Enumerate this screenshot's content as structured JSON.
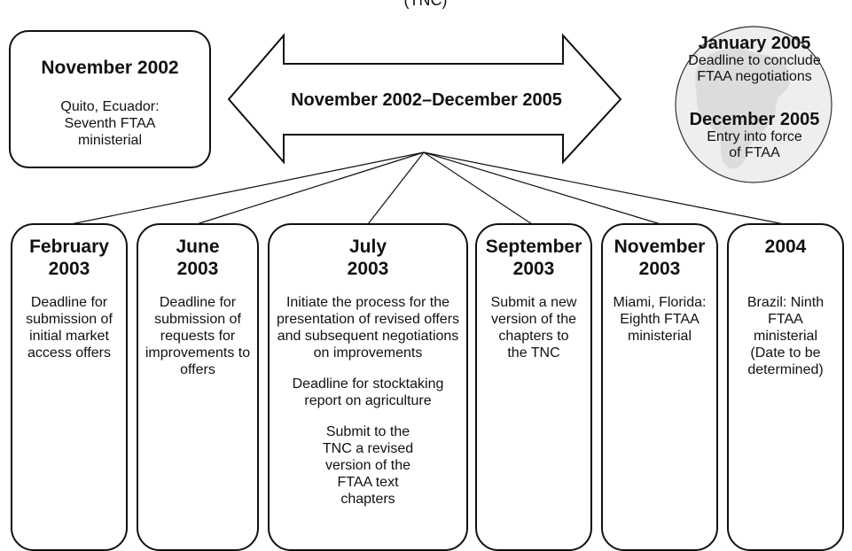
{
  "header": {
    "partial_title": "(TNC)"
  },
  "start_box": {
    "date": "November 2002",
    "description": "Quito, Ecuador: Seventh FTAA ministerial"
  },
  "arrow": {
    "label": "November 2002–December 2005"
  },
  "circle": {
    "item1": {
      "date": "January 2005",
      "description_line1": "Deadline to conclude",
      "description_line2": "FTAA negotiations"
    },
    "item2": {
      "date": "December 2005",
      "description_line1": "Entry into force",
      "description_line2": "of FTAA"
    }
  },
  "milestones": [
    {
      "date_line1": "February",
      "date_line2": "2003",
      "paragraphs": [
        "Deadline for submission of initial market access offers"
      ]
    },
    {
      "date_line1": "June",
      "date_line2": "2003",
      "paragraphs": [
        "Deadline for submission of requests for improvements to offers"
      ]
    },
    {
      "date_line1": "July",
      "date_line2": "2003",
      "paragraphs": [
        "Initiate the process for the presentation of revised offers and subsequent negotiations on improvements",
        "Deadline for stocktaking report on agriculture",
        "Submit to the TNC a revised version of the FTAA text chapters"
      ]
    },
    {
      "date_line1": "September",
      "date_line2": "2003",
      "paragraphs": [
        "Submit a new version of the chapters to the TNC"
      ]
    },
    {
      "date_line1": "November",
      "date_line2": "2003",
      "paragraphs": [
        "Miami, Florida: Eighth FTAA ministerial"
      ]
    },
    {
      "date_line1": "2004",
      "date_line2": "",
      "paragraphs": [
        "Brazil: Ninth FTAA ministerial (Date to be determined)"
      ]
    }
  ]
}
